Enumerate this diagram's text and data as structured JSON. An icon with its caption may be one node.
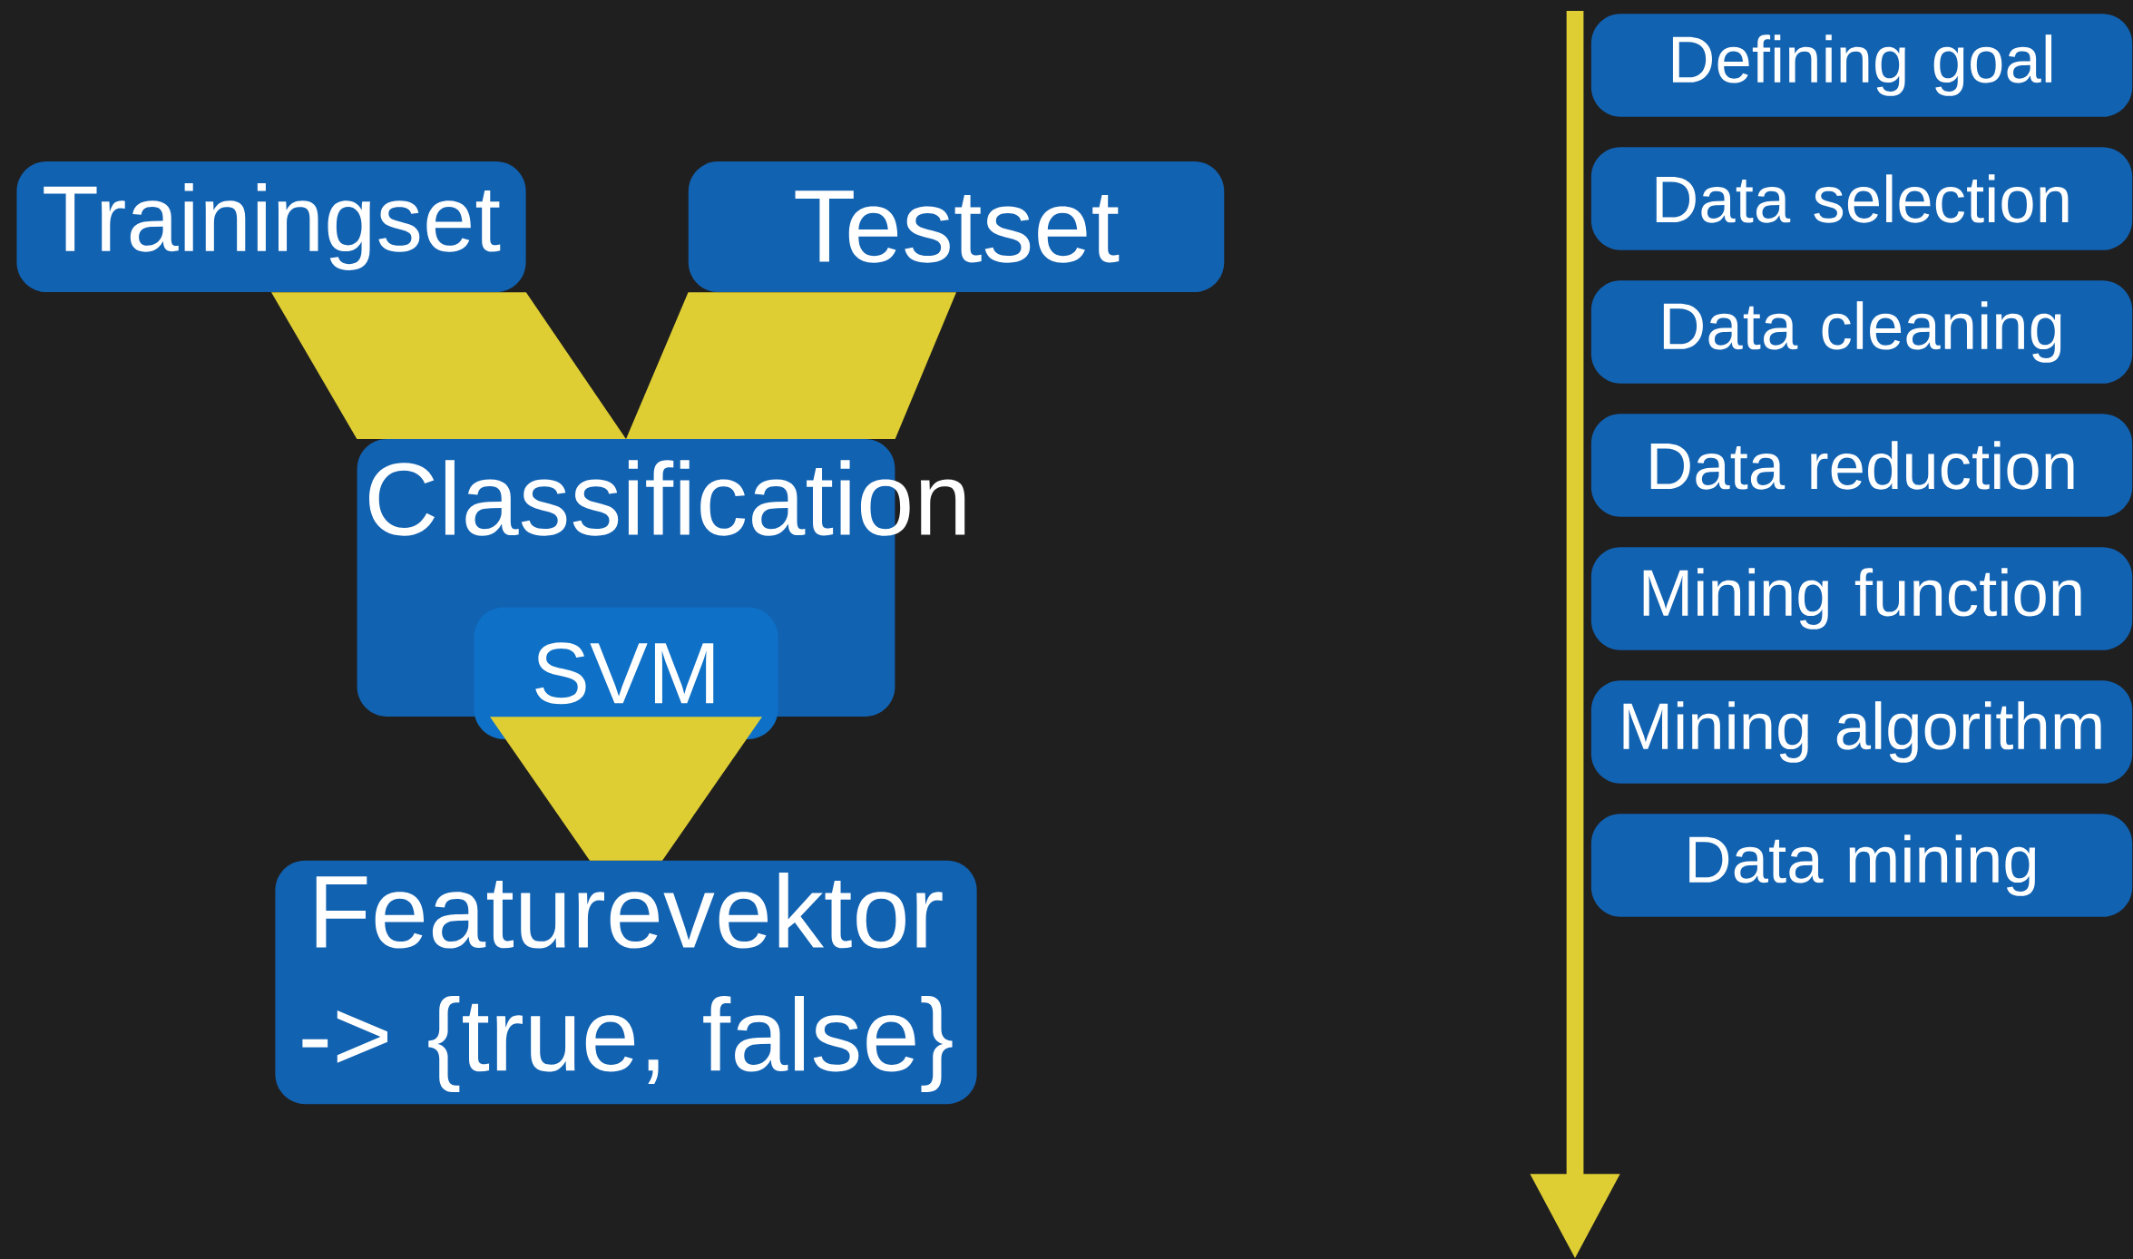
{
  "diagram": {
    "nodes": [
      {
        "text": [
          "Trainingset"
        ]
      },
      {
        "text": [
          "Testset"
        ]
      },
      {
        "text": [
          "Classification"
        ]
      },
      {
        "text": [
          "SVM"
        ],
        "in": 2
      },
      {
        "text": [
          "Featurevektor -> {true, false}"
        ]
      },
      {
        "text": [
          "Defining goal"
        ]
      },
      {
        "text": [
          "Data selection"
        ]
      },
      {
        "text": [
          "Data cleaning"
        ]
      },
      {
        "text": [
          "Data reduction"
        ]
      },
      {
        "text": [
          "Mining function"
        ]
      },
      {
        "text": [
          "Mining algorithm"
        ]
      },
      {
        "text": [
          "Data mining"
        ]
      }
    ],
    "edges": [
      {
        "from": 0,
        "to": 2,
        "arrow": "none"
      },
      {
        "from": 1,
        "to": 2,
        "arrow": "none"
      },
      {
        "from": 2,
        "to": 4,
        "arrow": "none"
      }
    ]
  }
}
